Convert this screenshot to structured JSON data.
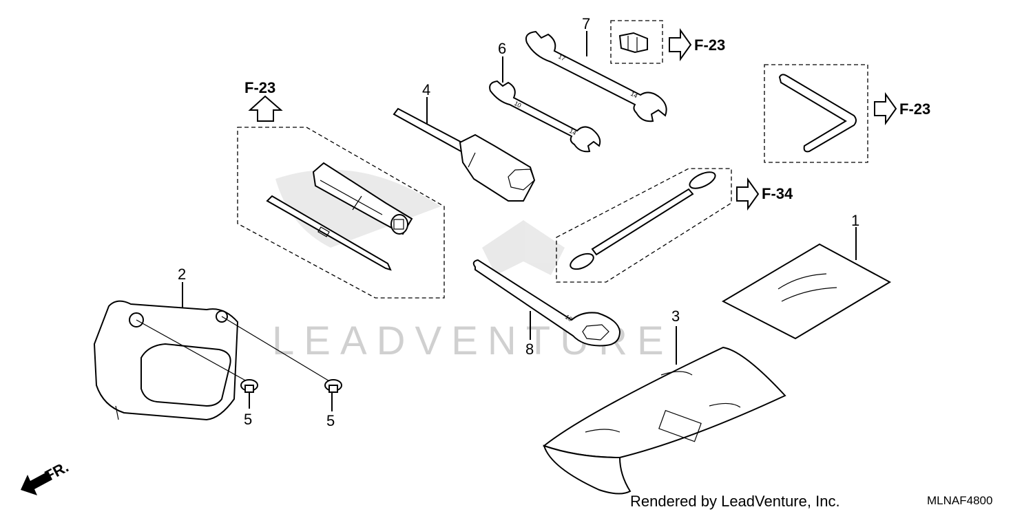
{
  "callouts": {
    "c1": "1",
    "c2": "2",
    "c3": "3",
    "c4": "4",
    "c5a": "5",
    "c5b": "5",
    "c6": "6",
    "c7": "7",
    "c8": "8"
  },
  "refs": {
    "f23_top": "F-23",
    "f23_wrench": "F-23",
    "f23_hex": "F-23",
    "f34": "F-34"
  },
  "direction": {
    "fr": "FR."
  },
  "watermark": {
    "text": "LEADVENTURE"
  },
  "footer": {
    "rendered_by": "Rendered by LeadVenture, Inc.",
    "diagram_code": "MLNAF4800"
  }
}
